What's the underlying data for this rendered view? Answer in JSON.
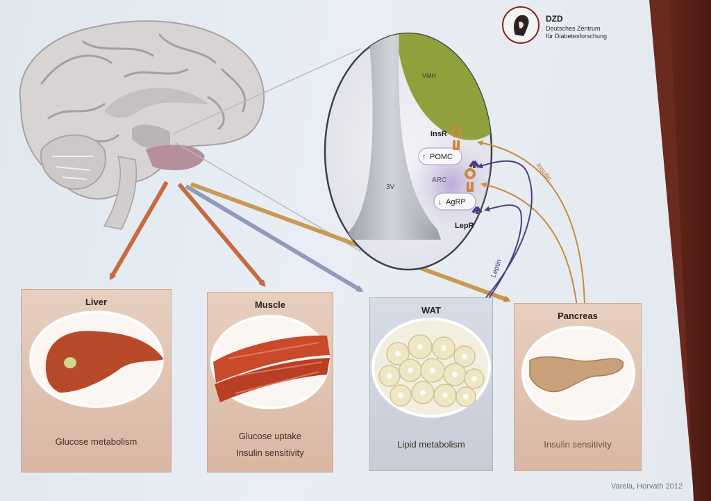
{
  "logo": {
    "abbr": "DZD",
    "line1": "Deutsches Zentrum",
    "line2": "für Diabetesforschung"
  },
  "hypothalamus": {
    "vmh": "VMH",
    "third_ventricle": "3V",
    "arc": "ARC",
    "insr": "InsR",
    "pomc": "POMC",
    "agrp": "AgRP",
    "lepr": "LepR",
    "pomc_arrow": "↑",
    "agrp_arrow": "↓"
  },
  "signals": {
    "insulin": "Insulin",
    "leptin": "Leptin"
  },
  "panels": [
    {
      "title": "Liver",
      "caption1": "Glucose metabolism",
      "caption2": ""
    },
    {
      "title": "Muscle",
      "caption1": "Glucose uptake",
      "caption2": "Insulin sensitivity"
    },
    {
      "title": "WAT",
      "caption1": "Lipid metabolism",
      "caption2": ""
    },
    {
      "title": "Pancreas",
      "caption1": "Insulin sensitivity",
      "caption2": ""
    }
  ],
  "credit": "Varela, Horvath 2012",
  "colors": {
    "orange_arrow": "#c8693f",
    "gold_arrow": "#c89a55",
    "blue_arrow": "#8f9cb8",
    "leptin_line": "#4c3f7e",
    "insulin_line": "#c98a3a",
    "liver": "#b84a2a",
    "muscle": "#c9492b",
    "pancreas": "#c8a07a",
    "vmh": "#8fa03c"
  }
}
